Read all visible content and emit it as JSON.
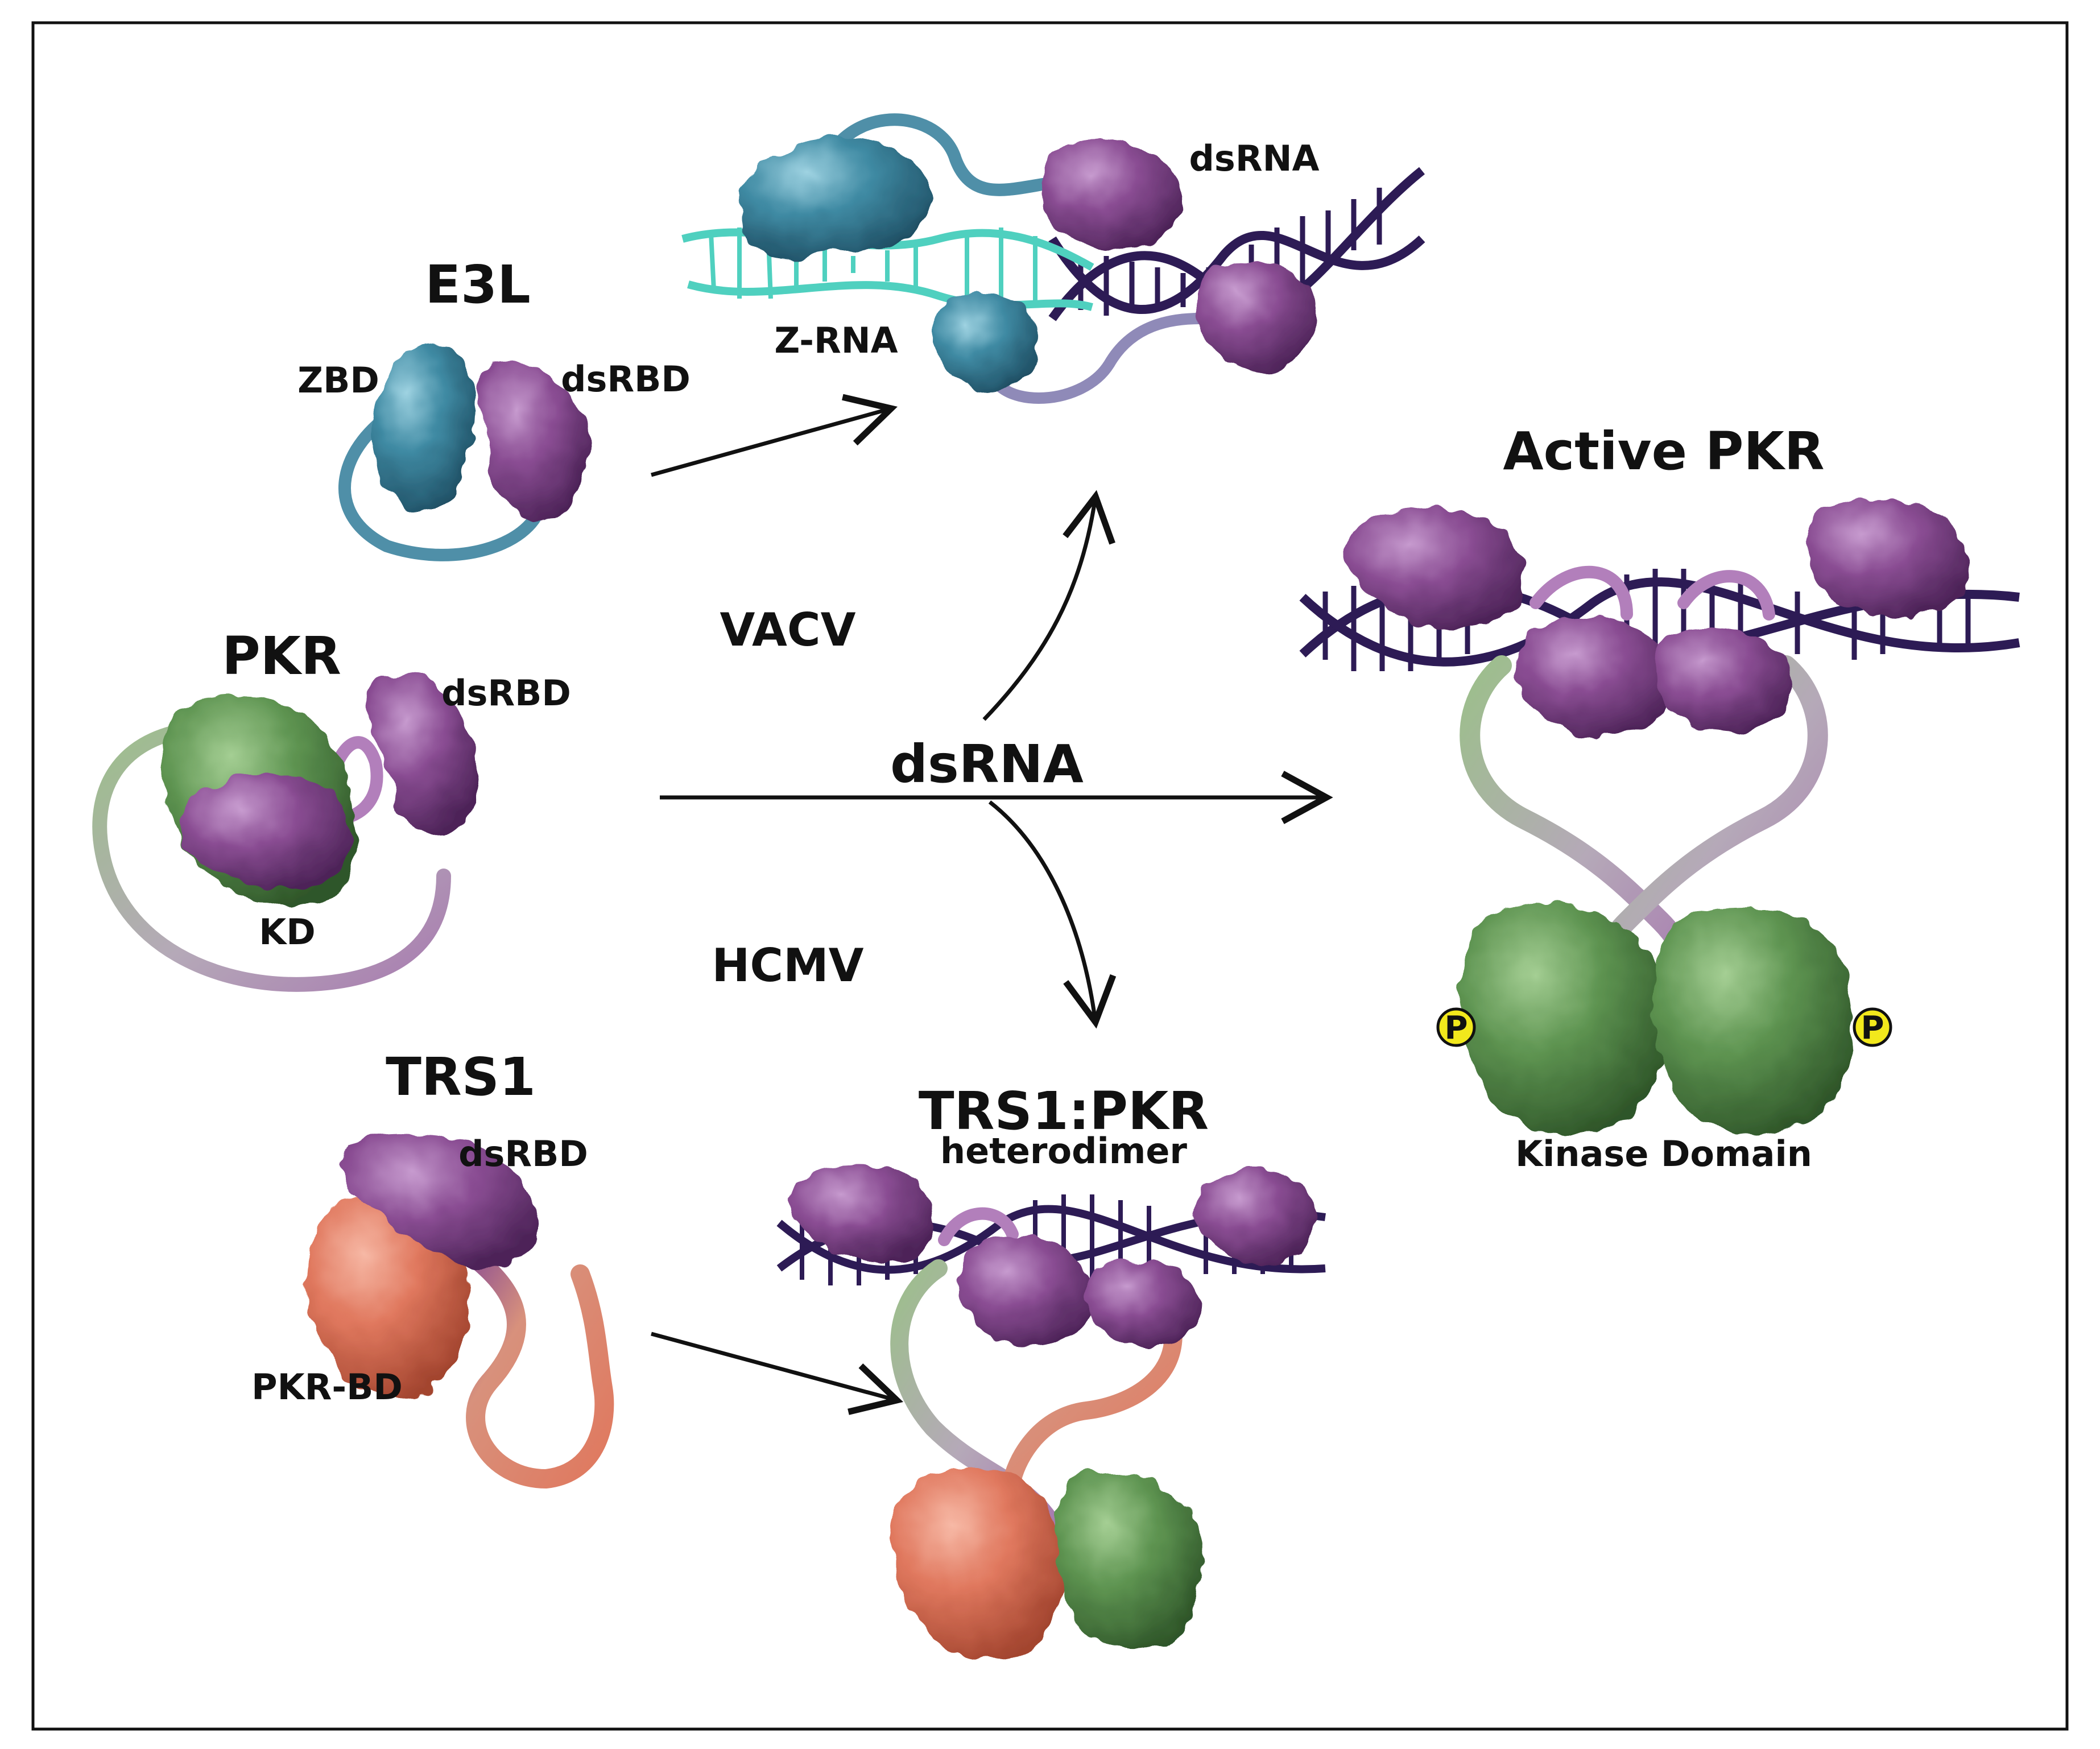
{
  "labels": {
    "e3l_title": "E3L",
    "e3l_zbd": "ZBD",
    "e3l_dsrbd": "dsRBD",
    "z_rna": "Z-RNA",
    "dsrna_top": "dsRNA",
    "pkr_title": "PKR",
    "pkr_dsrbd": "dsRBD",
    "pkr_kd": "KD",
    "vacv": "VACV",
    "dsrna_center": "dsRNA",
    "hcmv": "HCMV",
    "trs1_title": "TRS1",
    "trs1_dsrbd": "dsRBD",
    "trs1_pkrbd": "PKR-BD",
    "complex_title": "TRS1:PKR",
    "complex_subtitle": "heterodimer",
    "active_title": "Active PKR",
    "kinase_label": "Kinase Domain",
    "phospho_left": "P",
    "phospho_right": "P"
  },
  "colors": {
    "dsrbd": "#8a4d93",
    "dsrbd_dark": "#5a2d66",
    "zbd": "#3f8aa3",
    "zbd_dark": "#245a70",
    "kinase": "#5e9451",
    "kinase_dark": "#3c6a33",
    "trs1": "#e0785e",
    "trs1_dark": "#b8523b",
    "z_rna": "#4fd0bf",
    "dsrna": "#2d1b55",
    "phospho": "#f2e81c",
    "arrow": "#111111"
  }
}
